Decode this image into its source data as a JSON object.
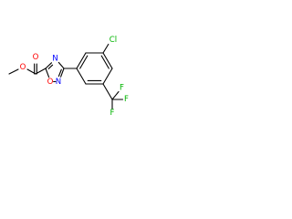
{
  "molecule": {
    "atom_labels": {
      "ester_oxygen_carbonyl": "O",
      "ester_oxygen_methoxy": "O",
      "ring_nitrogen_upper": "N",
      "ring_nitrogen_lower": "N",
      "ring_oxygen": "O",
      "chlorine": "Cl",
      "fluorine_top": "F",
      "fluorine_left": "F",
      "fluorine_right": "F"
    },
    "colors": {
      "oxygen": "#ff0000",
      "nitrogen": "#0000ff",
      "chlorine": "#00b400",
      "fluorine": "#00b400",
      "bond": "#000000"
    }
  }
}
